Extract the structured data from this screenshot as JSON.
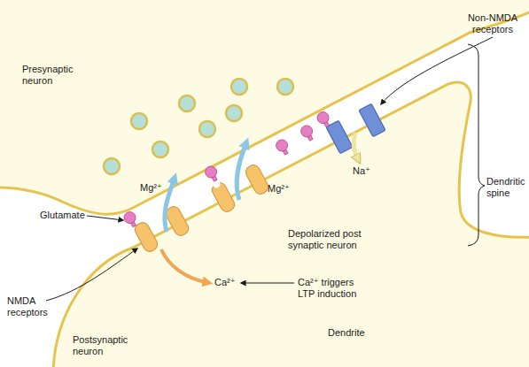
{
  "diagram": {
    "labels": [
      "Presynaptic neuron",
      "Non-NMDA receptors",
      "Mg²⁺",
      "Mg²⁺",
      "Na⁺",
      "Dendritic spine",
      "Glutamate",
      "Depolarized post synaptic neuron",
      "Ca²⁺",
      "Ca²⁺ triggers LTP induction",
      "NMDA receptors",
      "Postsynaptic neuron",
      "Dendrite"
    ]
  }
}
